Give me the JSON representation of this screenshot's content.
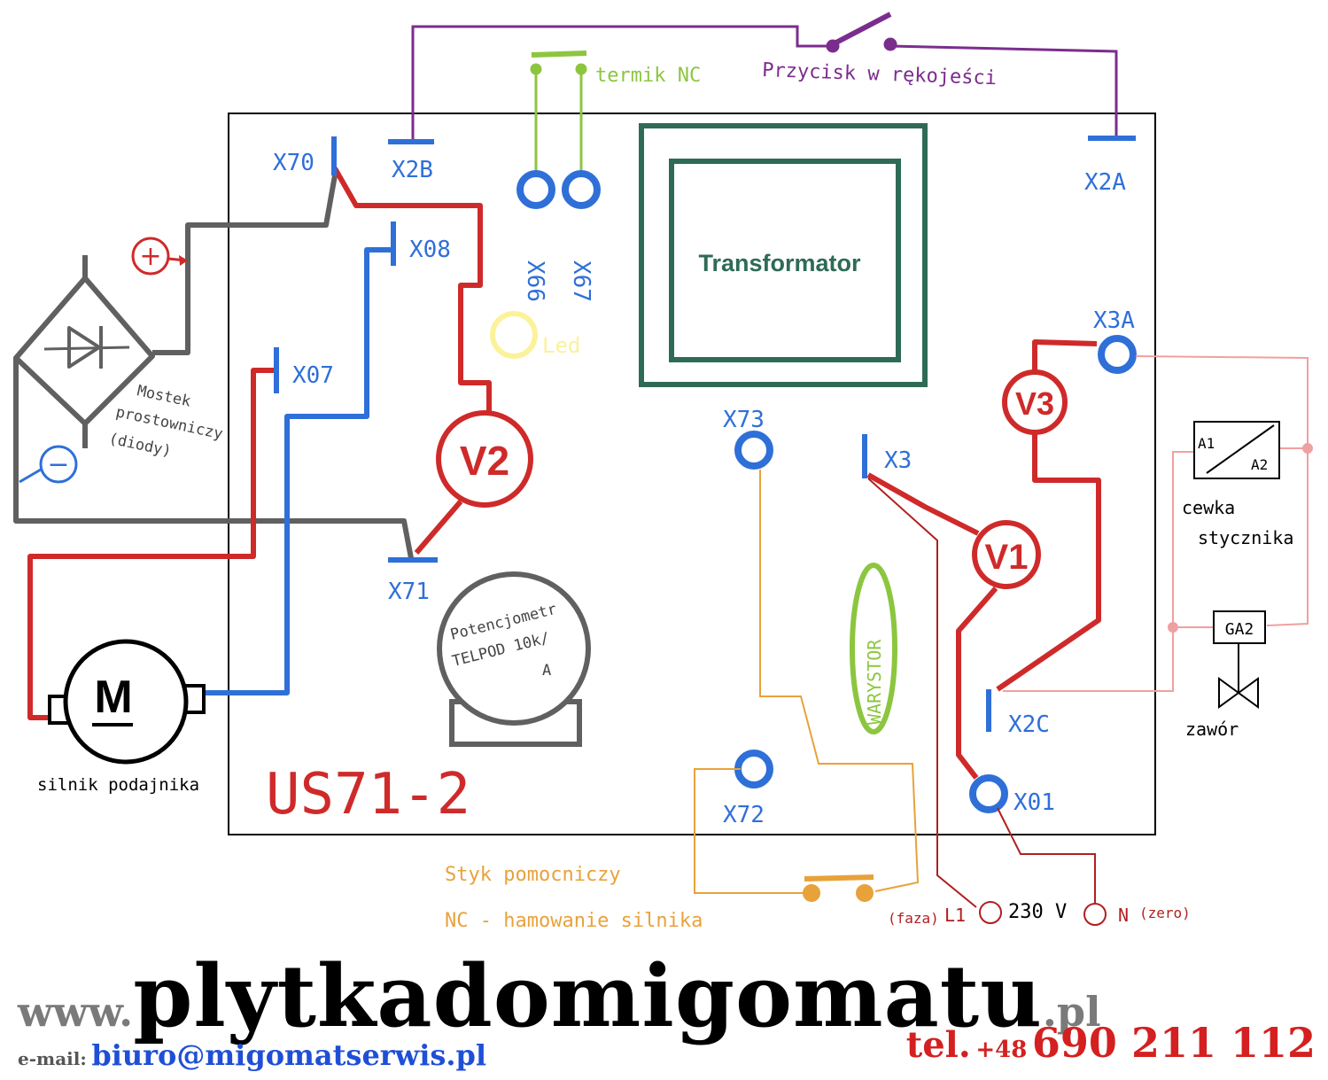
{
  "board": {
    "model": "US71-2",
    "transformer_label": "Transformator",
    "led_label": "Led",
    "potentiometer_label": [
      "Potencjometr",
      "TELPOD 10k/",
      "A"
    ],
    "varistor_label": "WARYSTOR"
  },
  "connectors": {
    "x70": "X70",
    "x2b": "X2B",
    "x66": "X66",
    "x67": "X67",
    "x2a": "X2A",
    "x08": "X08",
    "x07": "X07",
    "x71": "X71",
    "x73": "X73",
    "x3": "X3",
    "x3a": "X3A",
    "x2c": "X2C",
    "x01": "X01",
    "x72": "X72"
  },
  "components": {
    "v1": "V1",
    "v2": "V2",
    "v3": "V3",
    "motor_symbol": "M",
    "motor_label": "silnik podajnika",
    "bridge_label": [
      "Mostek",
      "prostowniczy",
      "(diody)"
    ],
    "plus": "+",
    "minus": "−",
    "thermal_label": "termik NC",
    "trigger_label": "Przycisk w rękojeści",
    "coil_label": [
      "cewka",
      "stycznika"
    ],
    "coil_a1": "A1",
    "coil_a2": "A2",
    "valve_label": "zawór",
    "valve_box": "GA2",
    "aux_contact_label": [
      "Styk pomocniczy",
      "NC - hamowanie silnika"
    ],
    "mains": {
      "phase": "(faza)",
      "l1": "L1",
      "voltage": "230 V",
      "n": "N",
      "zero": "(zero)"
    }
  },
  "footer": {
    "www": "www.",
    "site": "plytkadomigomatu",
    "tld": ".pl",
    "email_label": "e-mail:",
    "email": "biuro@migomatserwis.pl",
    "tel_label": "tel.",
    "tel_cc": "+48",
    "tel_number": "690 211 112"
  },
  "colors": {
    "red": "#cf2a2a",
    "blue": "#2f6fd8",
    "gray": "#606060",
    "green": "#8cc63f",
    "purple": "#7b2d8e",
    "orange": "#e8a23a",
    "pink": "#f0a0a0",
    "darkred": "#b02020",
    "transformer": "#2e6b55",
    "led": "#fbf29a"
  }
}
